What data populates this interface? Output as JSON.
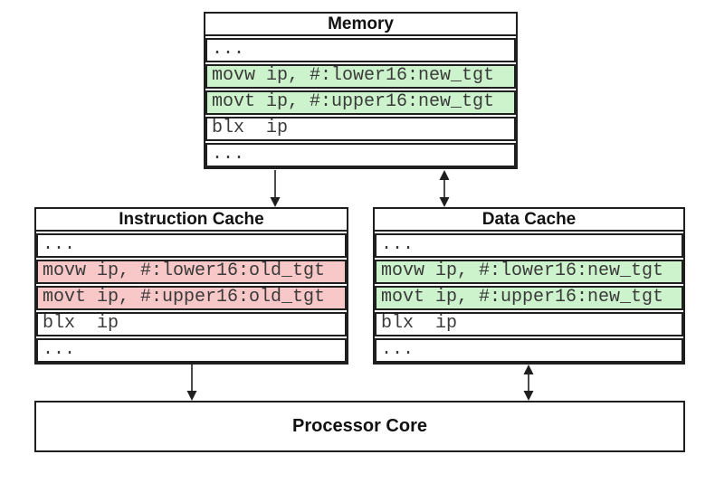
{
  "colors": {
    "border": "#1f1f1f",
    "highlight_green": "#cdf3cd",
    "highlight_red": "#f8c8c8",
    "code_text": "#3a3a3a",
    "heading_text": "#111111",
    "arrow": "#1f1f1f"
  },
  "memory": {
    "title": "Memory",
    "rows": [
      {
        "text": "...",
        "highlight": "none"
      },
      {
        "text": "movw ip, #:lower16:new_tgt",
        "highlight": "green"
      },
      {
        "text": "movt ip, #:upper16:new_tgt",
        "highlight": "green"
      },
      {
        "text": "blx  ip",
        "highlight": "none"
      },
      {
        "text": "...",
        "highlight": "none"
      }
    ]
  },
  "instruction_cache": {
    "title": "Instruction Cache",
    "rows": [
      {
        "text": "...",
        "highlight": "none"
      },
      {
        "text": "movw ip, #:lower16:old_tgt",
        "highlight": "red"
      },
      {
        "text": "movt ip, #:upper16:old_tgt",
        "highlight": "red"
      },
      {
        "text": "blx  ip",
        "highlight": "none"
      },
      {
        "text": "...",
        "highlight": "none"
      }
    ]
  },
  "data_cache": {
    "title": "Data Cache",
    "rows": [
      {
        "text": "...",
        "highlight": "none"
      },
      {
        "text": "movw ip, #:lower16:new_tgt",
        "highlight": "green"
      },
      {
        "text": "movt ip, #:upper16:new_tgt",
        "highlight": "green"
      },
      {
        "text": "blx  ip",
        "highlight": "none"
      },
      {
        "text": "...",
        "highlight": "none"
      }
    ]
  },
  "processor_core": {
    "title": "Processor Core"
  },
  "arrows": [
    {
      "name": "memory-to-instruction-cache",
      "direction": "down"
    },
    {
      "name": "memory-data-cache",
      "direction": "both"
    },
    {
      "name": "instruction-cache-to-processor-core",
      "direction": "down"
    },
    {
      "name": "data-cache-processor-core",
      "direction": "both"
    }
  ]
}
